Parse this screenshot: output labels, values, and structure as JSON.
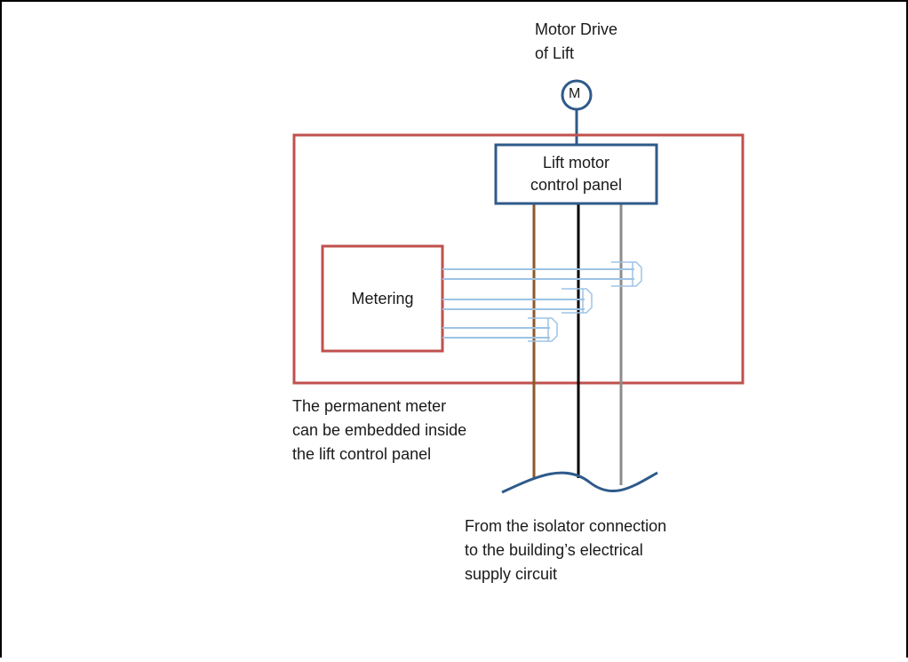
{
  "motor": {
    "title_line1": "Motor Drive",
    "title_line2": "of Lift",
    "symbol": "M"
  },
  "control_panel": {
    "line1": "Lift motor",
    "line2": "control panel"
  },
  "metering": {
    "label": "Metering"
  },
  "note": {
    "line1": "The permanent meter",
    "line2": "can be embedded inside",
    "line3": "the lift control panel"
  },
  "supply": {
    "line1": "From the isolator connection",
    "line2": "to the building’s electrical",
    "line3": "supply circuit"
  },
  "colors": {
    "enclosure": "#c0504d",
    "panel": "#2f5a8a",
    "ct_leads": "#9dc3e6",
    "phase_brown": "#8b5a2b",
    "phase_black": "#000000",
    "phase_grey": "#8c8c8c"
  }
}
